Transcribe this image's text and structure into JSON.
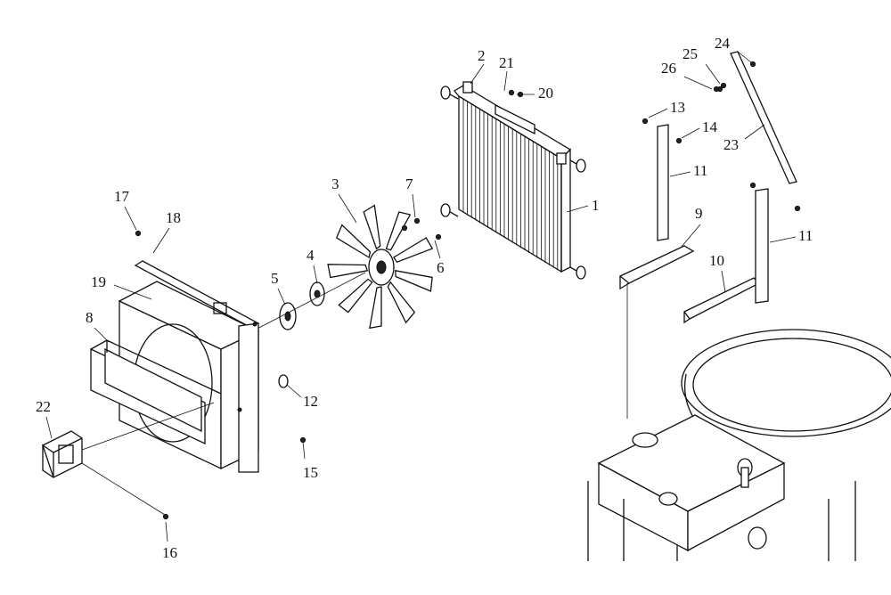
{
  "callouts": [
    {
      "id": "1",
      "text": "1"
    },
    {
      "id": "2",
      "text": "2"
    },
    {
      "id": "3",
      "text": "3"
    },
    {
      "id": "4",
      "text": "4"
    },
    {
      "id": "5",
      "text": "5"
    },
    {
      "id": "6",
      "text": "6"
    },
    {
      "id": "7",
      "text": "7"
    },
    {
      "id": "8",
      "text": "8"
    },
    {
      "id": "9",
      "text": "9"
    },
    {
      "id": "10",
      "text": "10"
    },
    {
      "id": "11a",
      "text": "11"
    },
    {
      "id": "11b",
      "text": "11"
    },
    {
      "id": "12",
      "text": "12"
    },
    {
      "id": "13",
      "text": "13"
    },
    {
      "id": "14",
      "text": "14"
    },
    {
      "id": "15",
      "text": "15"
    },
    {
      "id": "16",
      "text": "16"
    },
    {
      "id": "17",
      "text": "17"
    },
    {
      "id": "18",
      "text": "18"
    },
    {
      "id": "19",
      "text": "19"
    },
    {
      "id": "20",
      "text": "20"
    },
    {
      "id": "21",
      "text": "21"
    },
    {
      "id": "22",
      "text": "22"
    },
    {
      "id": "23",
      "text": "23"
    },
    {
      "id": "24",
      "text": "24"
    },
    {
      "id": "25",
      "text": "25"
    },
    {
      "id": "26",
      "text": "26"
    }
  ]
}
